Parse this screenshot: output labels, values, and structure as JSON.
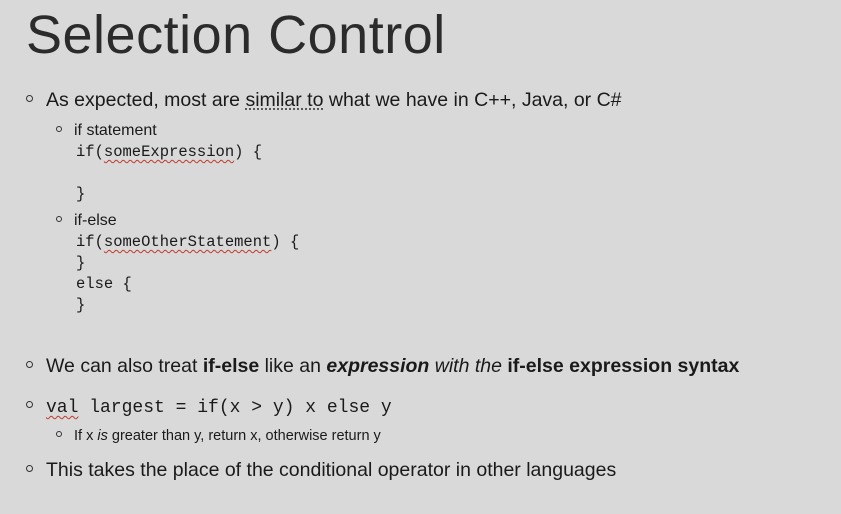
{
  "slide": {
    "title": "Selection Control",
    "b1": {
      "pre": "As expected, most are ",
      "link": "similar to",
      "post": " what we have in C++, Java, or C#"
    },
    "b1_sub1": "if statement",
    "code1": {
      "kw": "if(",
      "expr": "someExpression",
      "rest": ") {",
      "close": "}"
    },
    "b1_sub2": "if-else",
    "code2": {
      "kw": "if(",
      "expr": "someOtherStatement",
      "rest": ") {",
      "close1": "}",
      "else": "else {",
      "close2": "}"
    },
    "b2": {
      "pre": "We can also treat ",
      "bold1": "if-else",
      "mid1": " like an ",
      "bolditalic": "expression",
      "italic": " with the ",
      "bold2": "if-else expression syntax"
    },
    "b3": {
      "kw": "val",
      "rest": " largest = if(x > y) x else y"
    },
    "b3_sub": {
      "pre": "If x ",
      "italic": "is",
      "post": " greater than y, return x, otherwise return y"
    },
    "b4": "This takes the place of the conditional operator in other languages"
  }
}
